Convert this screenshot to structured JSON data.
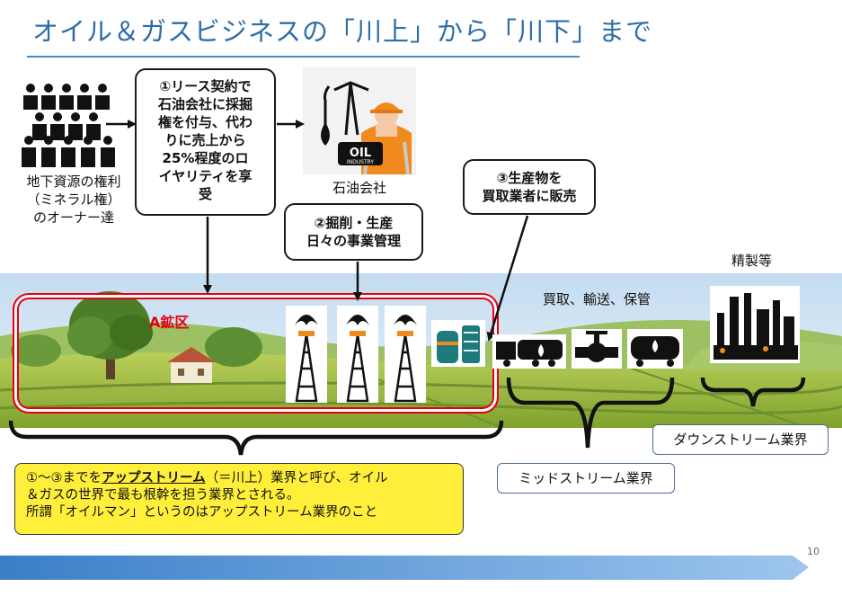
{
  "title": "オイル＆ガスビジネスの「川上」から「川下」まで",
  "owners_label": [
    "地下資源の権利",
    "（ミネラル権）",
    "のオーナー達"
  ],
  "lease_box": [
    "①リース契約で",
    "石油会社に採掘",
    "権を付与、代わ",
    "りに売上から",
    "25%程度のロ",
    "イヤリティを享",
    "受"
  ],
  "company_label": "石油会社",
  "oil_logo": {
    "main": "OIL",
    "sub": "INDUSTRY"
  },
  "drill_box": [
    "②掘削・生産",
    "日々の事業管理"
  ],
  "sell_box": [
    "③生産物を",
    "買取業者に販売"
  ],
  "area_label": "A鉱区",
  "purchase_label": "買取、輸送、保管",
  "refine_label": "精製等",
  "upstream_text": {
    "prefix": "①～③までを",
    "highlight": "アップストリーム",
    "rest1": "（＝川上）業界と呼び、オイル",
    "line2": "＆ガスの世界で最も根幹を担う業界とされる。",
    "line3": "所謂「オイルマン」というのはアップストリーム業界のこと"
  },
  "midstream_label": "ミッドストリーム業界",
  "downstream_label": "ダウンストリーム業界",
  "page_number": "10",
  "colors": {
    "title": "#2e6ea8",
    "area_frame": "#e60012",
    "highlight_box": "#ffef3a",
    "footer": "#3a7fc8"
  },
  "icons": [
    "people-group-icon",
    "pumpjack-icon",
    "oil-worker-icon",
    "oil-rig-icon",
    "storage-tank-icon",
    "tanker-truck-icon",
    "pipeline-valve-icon",
    "oil-rail-car-icon",
    "refinery-icon"
  ]
}
